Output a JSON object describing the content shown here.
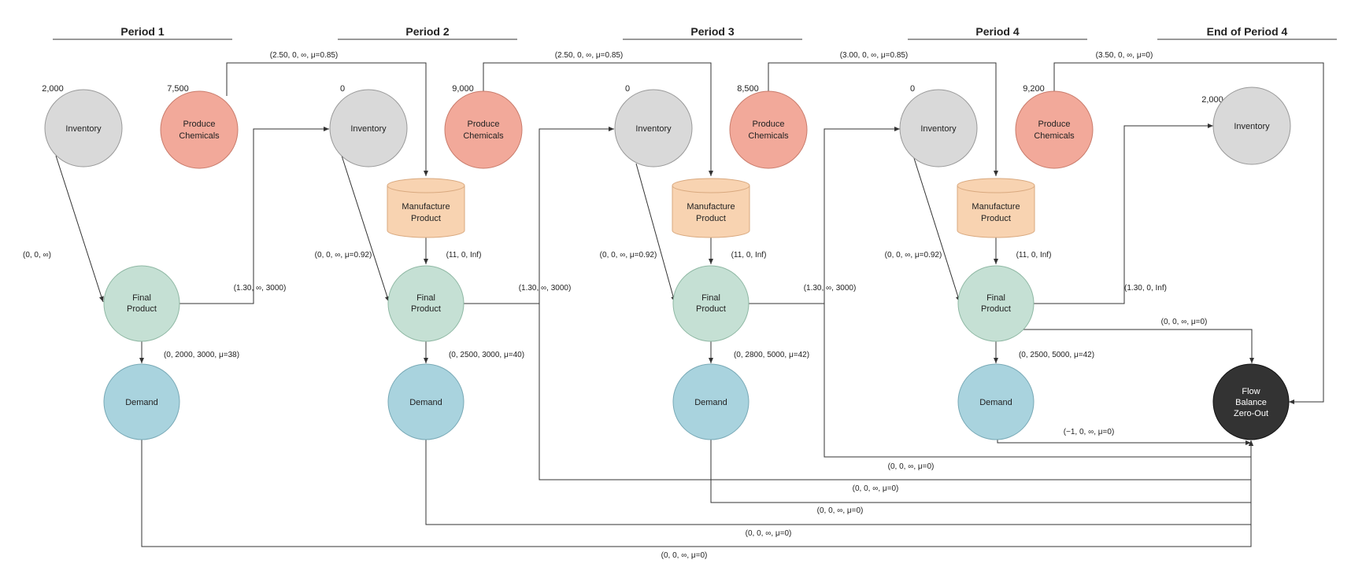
{
  "periods": [
    {
      "title": "Period 1"
    },
    {
      "title": "Period 2"
    },
    {
      "title": "Period 3"
    },
    {
      "title": "Period 4"
    },
    {
      "title": "End of Period 4"
    }
  ],
  "nodes": {
    "inventory_label": "Inventory",
    "produce_label": [
      "Produce",
      "Chemicals"
    ],
    "manufacture_label": [
      "Manufacture",
      "Product"
    ],
    "final_label": [
      "Final",
      "Product"
    ],
    "demand_label": "Demand",
    "flow_label": [
      "Flow",
      "Balance",
      "Zero-Out"
    ],
    "inventory_values": [
      "2,000",
      "0",
      "0",
      "0",
      "2,000"
    ],
    "produce_values": [
      "7,500",
      "9,000",
      "8,500",
      "9,200"
    ]
  },
  "edge_labels": {
    "p1_inventory_to_final": "(0, 0, ∞)",
    "p1_final_to_inventory": "(1.30, ∞, 3000)",
    "p1_final_to_demand": "(0, 2000, 3000, μ=38)",
    "p2_produce": "(2.50, 0, ∞, μ=0.85)",
    "p2_inventory_to_final": "(0, 0, ∞, μ=0.92)",
    "p2_manufacture_to_final": "(11, 0, Inf)",
    "p2_final_to_inventory": "(1.30, ∞, 3000)",
    "p2_final_to_demand": "(0, 2500, 3000, μ=40)",
    "p3_produce": "(2.50, 0, ∞, μ=0.85)",
    "p3_inventory_to_final": "(0, 0, ∞, μ=0.92)",
    "p3_manufacture_to_final": "(11, 0, Inf)",
    "p3_final_to_inventory": "(1.30, ∞, 3000)",
    "p3_final_to_demand": "(0, 2800, 5000, μ=42)",
    "p4_produce": "(3.00, 0, ∞, μ=0.85)",
    "p4_inventory_to_final": "(0, 0, ∞, μ=0.92)",
    "p4_manufacture_to_final": "(11, 0, Inf)",
    "p4_final_to_inventory": "(1.30, 0, Inf)",
    "p4_final_to_flow": "(0, 0, ∞, μ=0)",
    "p4_final_to_demand": "(0, 2500, 5000, μ=42)",
    "p5_produce": "(3.50, 0, ∞, μ=0)",
    "p4_demand_to_flow": "(−1, 0, ∞, μ=0)",
    "return_1": "(0, 0, ∞, μ=0)",
    "return_2": "(0, 0, ∞, μ=0)",
    "return_3": "(0, 0, ∞, μ=0)",
    "return_4": "(0, 0, ∞, μ=0)",
    "return_5": "(0, 0, ∞, μ=0)"
  },
  "colors": {
    "inventory": "#d9d9d9",
    "produce": "#f2a99a",
    "manufacture": "#f8d3b1",
    "final": "#c5e0d4",
    "demand": "#a9d3de",
    "flow": "#333333"
  }
}
